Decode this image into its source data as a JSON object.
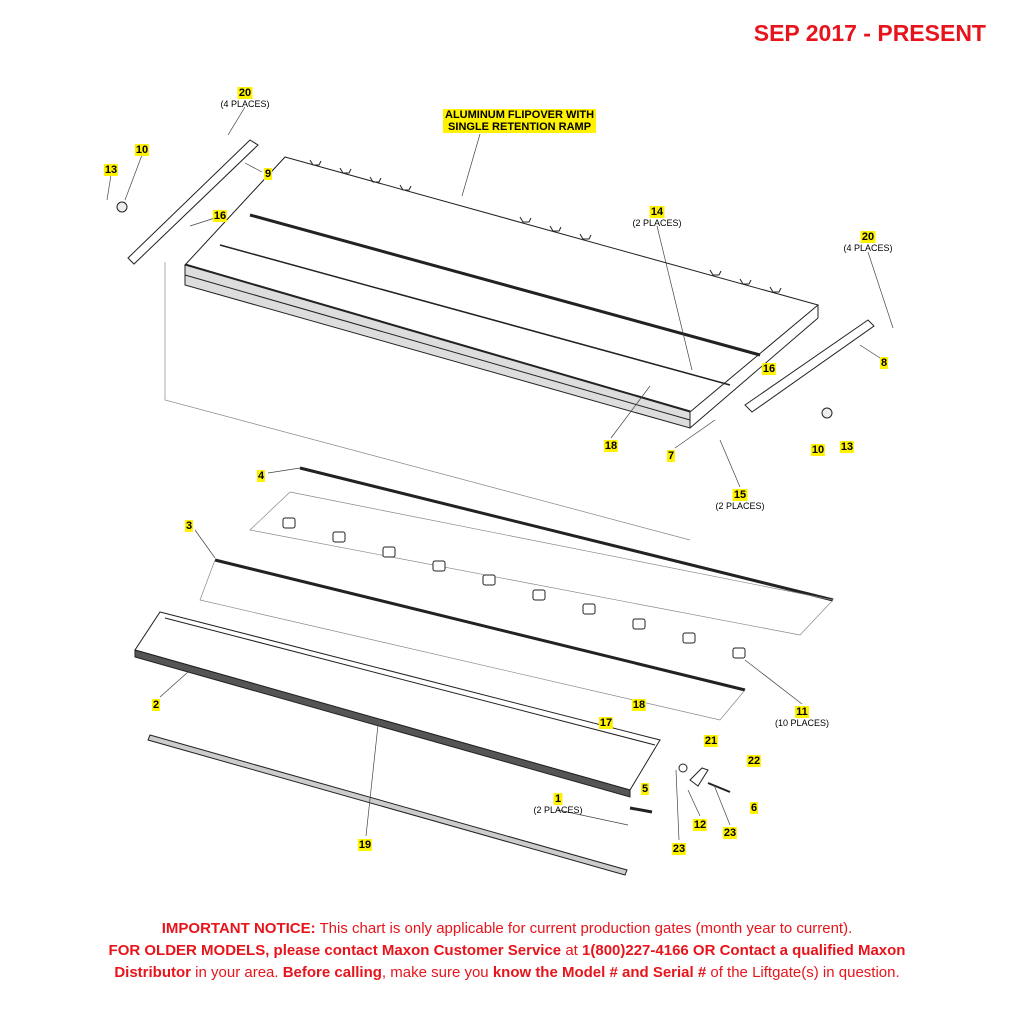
{
  "header": {
    "date_range": "SEP 2017 - PRESENT"
  },
  "diagram": {
    "main_label_line1": "ALUMINUM FLIPOVER WITH",
    "main_label_line2": "SINGLE RETENTION RAMP",
    "callouts": [
      {
        "num": "20",
        "note": "(4 PLACES)"
      },
      {
        "num": "10"
      },
      {
        "num": "13"
      },
      {
        "num": "9"
      },
      {
        "num": "16"
      },
      {
        "num": "14",
        "note": "(2 PLACES)"
      },
      {
        "num": "20",
        "note": "(4 PLACES)"
      },
      {
        "num": "8"
      },
      {
        "num": "16"
      },
      {
        "num": "18"
      },
      {
        "num": "7"
      },
      {
        "num": "10"
      },
      {
        "num": "13"
      },
      {
        "num": "15",
        "note": "(2 PLACES)"
      },
      {
        "num": "4"
      },
      {
        "num": "3"
      },
      {
        "num": "11",
        "note": "(10 PLACES)"
      },
      {
        "num": "2"
      },
      {
        "num": "18"
      },
      {
        "num": "17"
      },
      {
        "num": "21"
      },
      {
        "num": "22"
      },
      {
        "num": "5"
      },
      {
        "num": "1",
        "note": "(2 PLACES)"
      },
      {
        "num": "6"
      },
      {
        "num": "12"
      },
      {
        "num": "23"
      },
      {
        "num": "23"
      },
      {
        "num": "19"
      }
    ]
  },
  "notice": {
    "l1_bold": "IMPORTANT NOTICE:",
    "l1_text": " This chart is only applicable for current production gates (month year to current).",
    "l2_bold1": "FOR OLDER MODELS, please contact Maxon Customer Service",
    "l2_text1": " at ",
    "l2_bold2": "1(800)227-4166 OR Contact a qualified Maxon",
    "l3_bold1": "Distributor",
    "l3_text1": " in your area. ",
    "l3_bold2": "Before calling",
    "l3_text2": ", make sure you ",
    "l3_bold3": "know the Model # and Serial #",
    "l3_text3": " of the Liftgate(s) in question."
  }
}
